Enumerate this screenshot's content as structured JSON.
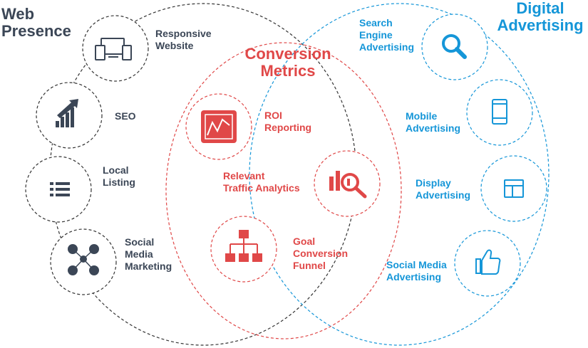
{
  "web_presence": {
    "title": "Web\nPresence",
    "items": [
      {
        "label": "Responsive\nWebsite",
        "icon": "devices-icon"
      },
      {
        "label": "SEO",
        "icon": "growth-chart-icon"
      },
      {
        "label": "Local\nListing",
        "icon": "list-icon"
      },
      {
        "label": "Social\nMedia\nMarketing",
        "icon": "social-network-icon"
      }
    ]
  },
  "conversion_metrics": {
    "title": "Conversion\nMetrics",
    "items": [
      {
        "label": "ROI\nReporting",
        "icon": "line-chart-icon"
      },
      {
        "label": "Relevant\nTraffic Analytics",
        "icon": "analytics-search-icon"
      },
      {
        "label": "Goal\nConversion\nFunnel",
        "icon": "funnel-hierarchy-icon"
      }
    ]
  },
  "digital_advertising": {
    "title": "Digital\nAdvertising",
    "items": [
      {
        "label": "Search\nEngine\nAdvertising",
        "icon": "magnifier-icon"
      },
      {
        "label": "Mobile\nAdvertising",
        "icon": "smartphone-icon"
      },
      {
        "label": "Display\nAdvertising",
        "icon": "layout-icon"
      },
      {
        "label": "Social Media\nAdvertising",
        "icon": "thumbs-up-icon"
      }
    ]
  },
  "colors": {
    "dark": "#3b4656",
    "red": "#e04848",
    "blue": "#1596d8"
  }
}
